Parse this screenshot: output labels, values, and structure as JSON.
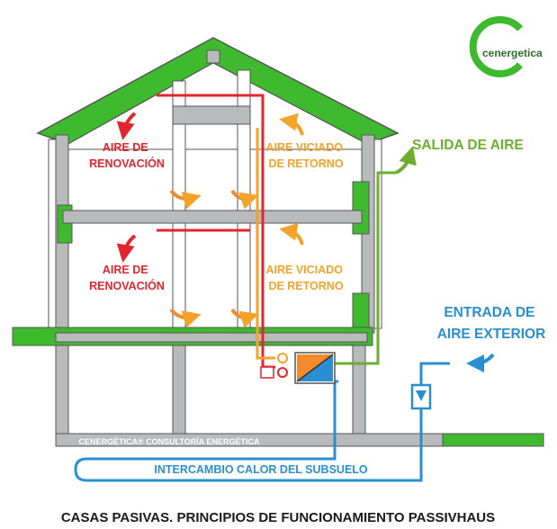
{
  "brand": {
    "name": "cenergetica"
  },
  "labels": {
    "supply_top": [
      "AIRE DE",
      "RENOVACIÓN"
    ],
    "supply_bottom": [
      "AIRE DE",
      "RENOVACIÓN"
    ],
    "return_top": [
      "AIRE VICIADO",
      "DE RETORNO"
    ],
    "return_bottom": [
      "AIRE VICIADO",
      "DE RETORNO"
    ],
    "exhaust": "SALIDA DE AIRE",
    "intake": [
      "ENTRADA DE",
      "AIRE EXTERIOR"
    ],
    "ground_exchange": "INTERCAMBIO CALOR DEL SUBSUELO",
    "footer": "CENERGÉTICA® CONSULTORÍA ENERGÉTICA",
    "title": "CASAS PASIVAS. PRINCIPIOS DE FUNCIONAMIENTO PASSIVHAUS"
  },
  "colors": {
    "supply": "#e3262e",
    "return": "#f3a32a",
    "exhaust": "#6dae2f",
    "intake": "#2a8fd0",
    "insulation": "#3fba2f",
    "structure": "#b9babc",
    "outline": "#555555"
  }
}
